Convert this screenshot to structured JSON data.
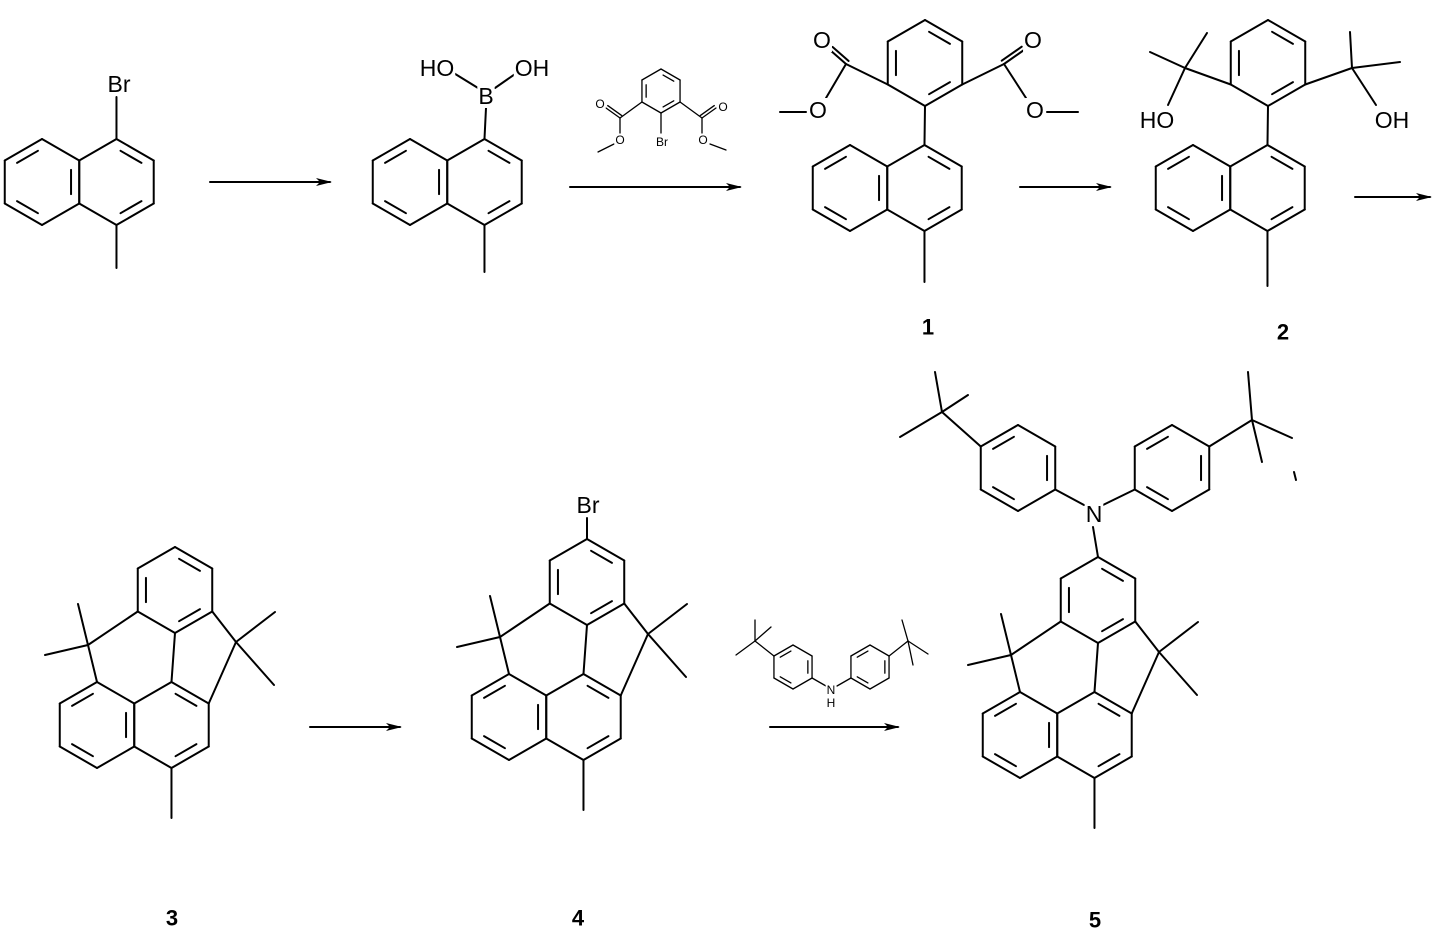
{
  "compound_labels": {
    "c1": "1",
    "c2": "2",
    "c3": "3",
    "c4": "4",
    "c5": "5"
  },
  "atoms": {
    "bromo_start": "Br",
    "boronic_ho": "HO",
    "boronic_b": "B",
    "boronic_oh": "OH",
    "reagent_o1": "O",
    "reagent_o2": "O",
    "reagent_o3": "O",
    "reagent_o4": "O",
    "reagent_br": "Br",
    "c1_o1": "O",
    "c1_o2": "O",
    "c1_o3": "O",
    "c1_o4": "O",
    "c2_ho": "HO",
    "c2_oh": "OH",
    "c4_br": "Br",
    "amine_n": "N",
    "amine_h": "H",
    "c5_n": "N"
  },
  "colors": {
    "ink": "#000000",
    "background": "#ffffff"
  }
}
